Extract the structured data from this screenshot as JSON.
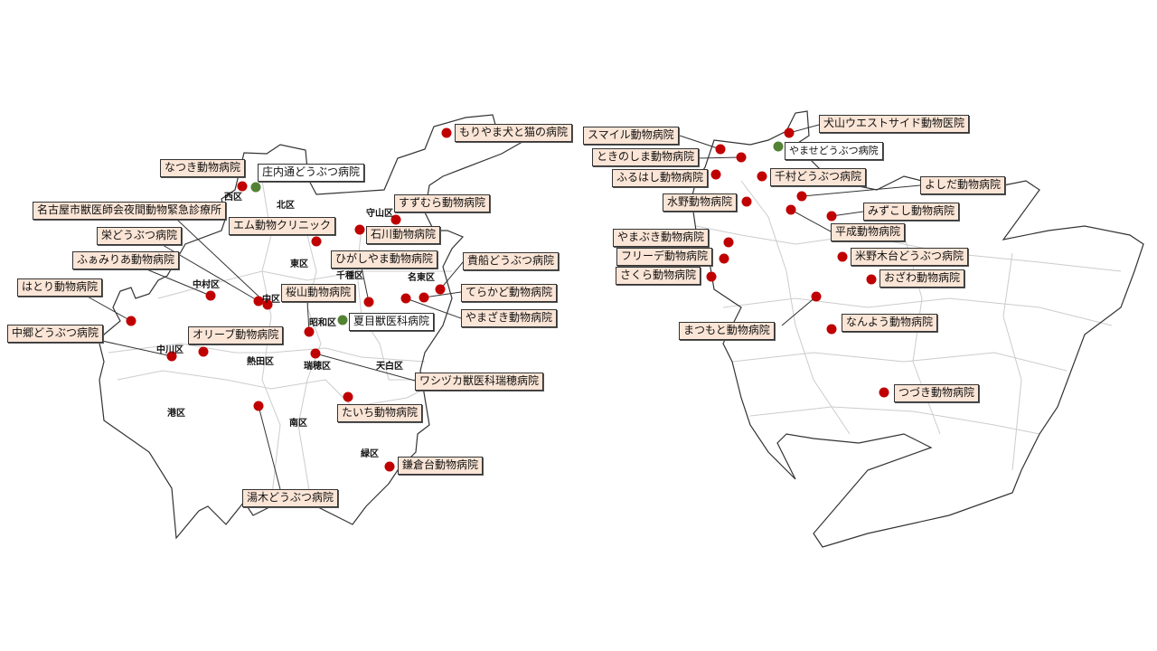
{
  "colors": {
    "clinic": "#c00000",
    "emergency": "#548235",
    "label_bg": "#fbe5d6"
  },
  "nagoya": {
    "wards": [
      "西区",
      "北区",
      "守山区",
      "東区",
      "千種区",
      "名東区",
      "中村区",
      "中区",
      "昭和区",
      "中川区",
      "熱田区",
      "瑞穂区",
      "天白区",
      "港区",
      "南区",
      "緑区"
    ],
    "clinics": [
      "もりやま犬と猫の病院",
      "なつき動物病院",
      "庄内通どうぶつ病院",
      "名古屋市獣医師会夜間動物緊急診療所",
      "エム動物クリニック",
      "栄どうぶつ病院",
      "ふぁみりあ動物病院",
      "はとり動物病院",
      "中郷どうぶつ病院",
      "オリーブ動物病院",
      "すずむら動物病院",
      "石川動物病院",
      "ひがしやま動物病院",
      "貴船どうぶつ病院",
      "てらかど動物病院",
      "桜山動物病院",
      "やまざき動物病院",
      "夏目獣医科病院",
      "ワシヅカ獣医科瑞穂病院",
      "たいち動物病院",
      "鎌倉台動物病院",
      "湯木どうぶつ病院"
    ]
  },
  "aichi": {
    "clinics": [
      "犬山ウエストサイド動物医院",
      "スマイル動物病院",
      "やませどうぶつ病院",
      "ときのしま動物病院",
      "ふるはし動物病院",
      "千村どうぶつ病院",
      "よしだ動物病院",
      "水野動物病院",
      "みずこし動物病院",
      "平成動物病院",
      "やまぶき動物病院",
      "フリーデ動物病院",
      "米野木台どうぶつ病院",
      "さくら動物病院",
      "おざわ動物病院",
      "まつもと動物病院",
      "なんよう動物病院",
      "つづき動物病院"
    ]
  }
}
